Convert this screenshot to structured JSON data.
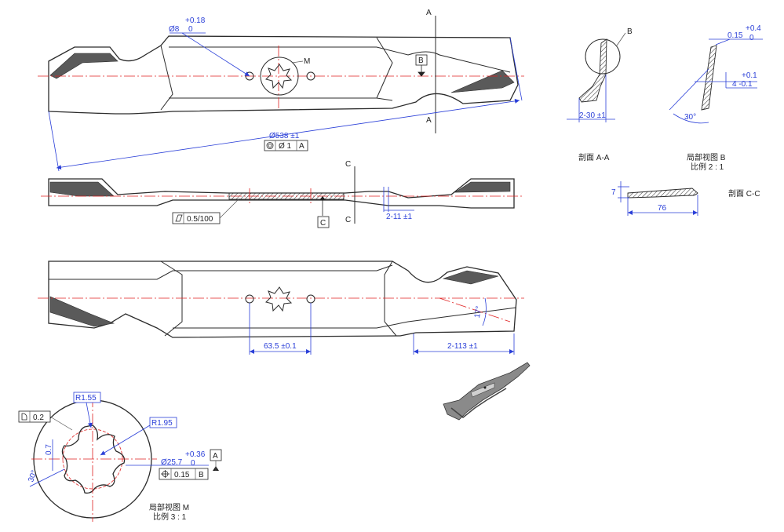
{
  "dimensions": {
    "hole_dia": "Ø8",
    "hole_tol_upper": "+0.18",
    "hole_tol_lower": "0",
    "length": "Ø538 ±1",
    "section_aa_width": "2-30 ±1",
    "section_b_thickness": "0.15",
    "section_b_tol_upper": "+0.4",
    "section_b_tol_lower": "0",
    "section_b_edge_tol": "+0.1",
    "section_b_edge": "4 -0.1",
    "section_b_angle": "30°",
    "section_cc_height": "7",
    "section_cc_width": "76",
    "side_offset": "2-11 ±1",
    "hole_spacing": "63.5 ±0.1",
    "tip_length": "2-113 ±1",
    "tip_angle": "17°",
    "star_outer": "Ø25.7",
    "star_tol_upper": "+0.36",
    "star_tol_lower": "0",
    "radius_1": "R1.55",
    "radius_2": "R1.95",
    "lobe_depth": "0.7",
    "lobe_angle": "30°"
  },
  "gdt": {
    "concentricity_value": "Ø 1",
    "concentricity_datum": "A",
    "flatness_value": "0.5/100",
    "profile_value": "0.2",
    "position_value": "0.15",
    "position_datum": "B"
  },
  "datums": {
    "a": "A",
    "b": "B",
    "c": "C",
    "m": "M",
    "detail_b_leader": "B"
  },
  "labels": {
    "section_aa": "剖面 A-A",
    "detail_b": "局部视图 B",
    "detail_b_scale": "比例 2 : 1",
    "section_cc": "剖面 C-C",
    "detail_m": "局部视图 M",
    "detail_m_scale": "比例 3 : 1"
  },
  "colors": {
    "outline": "#2b2b2b",
    "dimension": "#2a3fd8",
    "centerline": "#e02020"
  }
}
